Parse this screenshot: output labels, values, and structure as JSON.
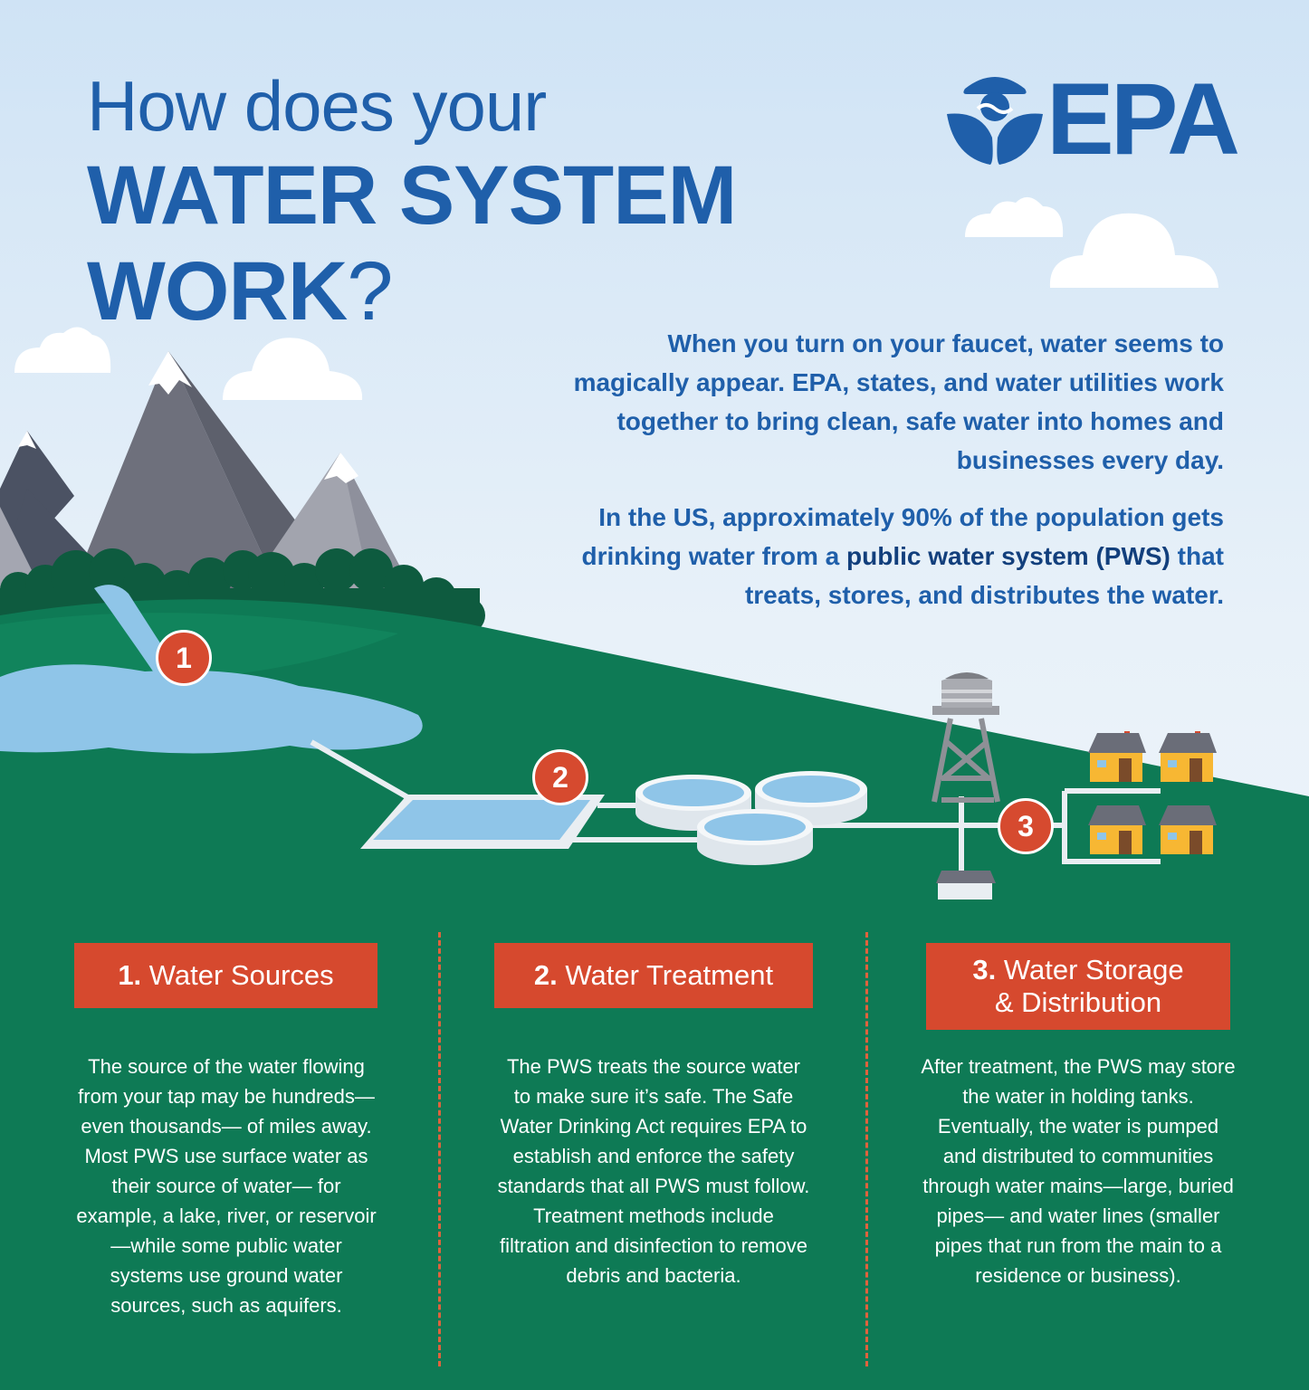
{
  "title": {
    "line1": "How does your",
    "line2": "WATER SYSTEM",
    "line3_bold": "WORK",
    "line3_mark": "?"
  },
  "logo": {
    "text": "EPA"
  },
  "intro": {
    "p1": "When you turn on your faucet, water seems to magically appear. EPA, states, and water utilities work together to bring clean, safe water into homes and businesses every day.",
    "p2_pre": "In the US, approximately 90% of the population gets drinking water from a",
    "p2_bold": "public water system (PWS)",
    "p2_post": "that treats, stores, and distributes the water."
  },
  "markers": {
    "m1": "1",
    "m2": "2",
    "m3": "3"
  },
  "columns": [
    {
      "num": "1.",
      "title": "Water Sources",
      "body": "The source of the water flowing from your tap may be hundreds—even thousands— of miles away. Most PWS use surface water as their source of water— for example, a lake, river, or reservoir—while some public water systems use ground water sources, such as aquifers."
    },
    {
      "num": "2.",
      "title": "Water Treatment",
      "body": "The PWS treats the source water to make sure it’s safe. The Safe Water Drinking Act requires EPA to establish and enforce the safety standards that all PWS must follow. Treatment methods include filtration and disinfection to remove debris and bacteria."
    },
    {
      "num": "3.",
      "title": "Water Storage",
      "title2": "& Distribution",
      "body": "After treatment, the PWS may store the water in holding tanks. Eventually, the water is pumped and distributed to communities through water mains—large, buried pipes— and water lines (smaller pipes that run from the main to a residence or business)."
    }
  ],
  "colors": {
    "title_blue": "#1f5faa",
    "accent_red": "#d6492e",
    "ground_green": "#0e7a55",
    "water_blue": "#8fc5e8"
  }
}
